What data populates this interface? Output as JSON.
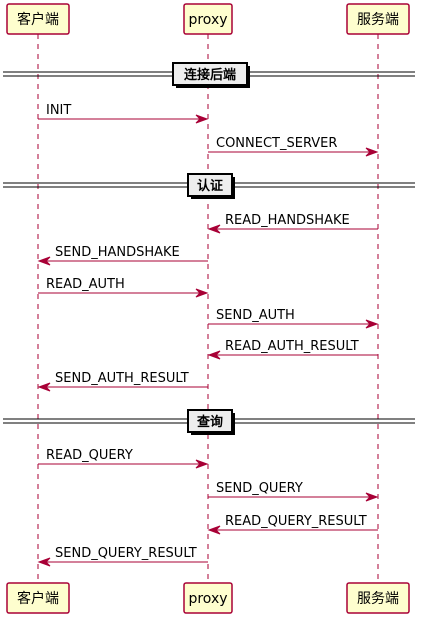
{
  "participants": [
    {
      "id": "client",
      "label": "客户端"
    },
    {
      "id": "proxy",
      "label": "proxy"
    },
    {
      "id": "server",
      "label": "服务端"
    }
  ],
  "sections": [
    {
      "id": "connect",
      "label": "连接后端"
    },
    {
      "id": "auth",
      "label": "认证"
    },
    {
      "id": "query",
      "label": "查询"
    }
  ],
  "messages": [
    {
      "from": "client",
      "to": "proxy",
      "label": "INIT"
    },
    {
      "from": "proxy",
      "to": "server",
      "label": "CONNECT_SERVER"
    },
    {
      "from": "server",
      "to": "proxy",
      "label": "READ_HANDSHAKE"
    },
    {
      "from": "proxy",
      "to": "client",
      "label": "SEND_HANDSHAKE"
    },
    {
      "from": "client",
      "to": "proxy",
      "label": "READ_AUTH"
    },
    {
      "from": "proxy",
      "to": "server",
      "label": "SEND_AUTH"
    },
    {
      "from": "server",
      "to": "proxy",
      "label": "READ_AUTH_RESULT"
    },
    {
      "from": "proxy",
      "to": "client",
      "label": "SEND_AUTH_RESULT"
    },
    {
      "from": "client",
      "to": "proxy",
      "label": "READ_QUERY"
    },
    {
      "from": "proxy",
      "to": "server",
      "label": "SEND_QUERY"
    },
    {
      "from": "server",
      "to": "proxy",
      "label": "READ_QUERY_RESULT"
    },
    {
      "from": "proxy",
      "to": "client",
      "label": "SEND_QUERY_RESULT"
    }
  ],
  "colors": {
    "accent": "#A80036",
    "participant_fill": "#FEFECE",
    "divider_fill": "#EEEEEE"
  }
}
